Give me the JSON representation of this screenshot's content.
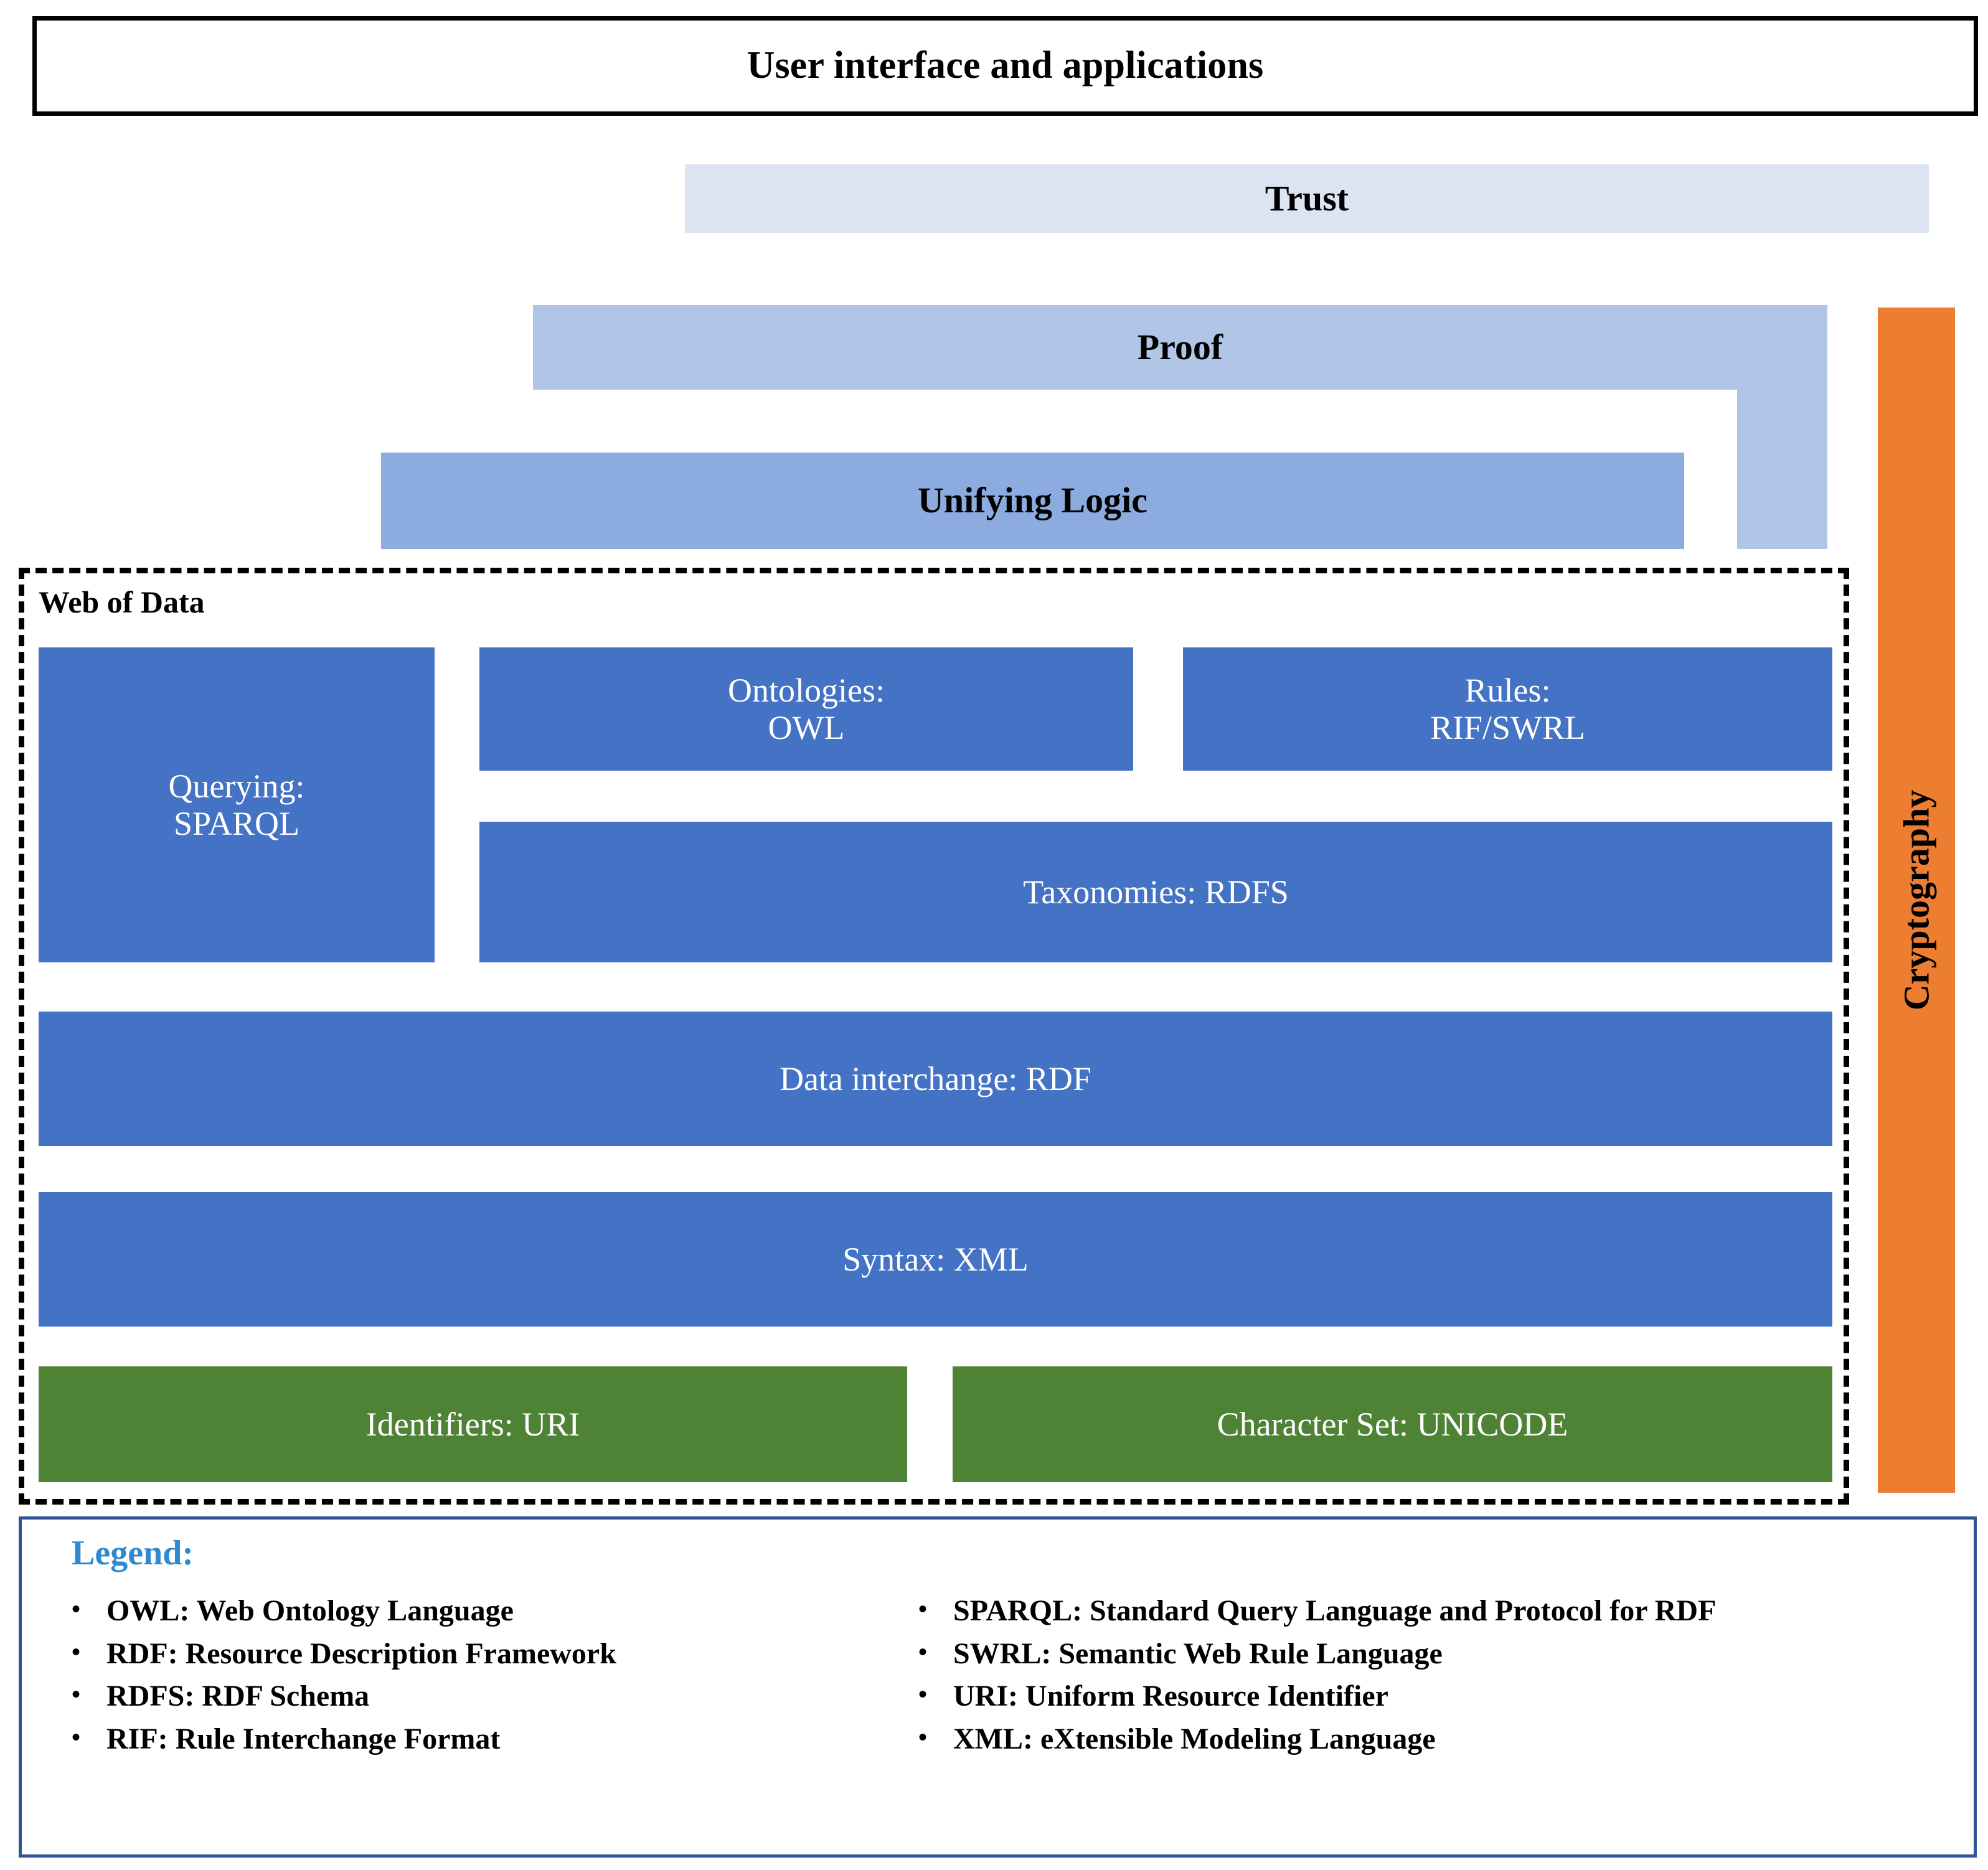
{
  "header": {
    "title": "User interface and applications"
  },
  "tiers": [
    {
      "id": "trust",
      "label": "Trust",
      "color": "#dce3f3"
    },
    {
      "id": "proof",
      "label": "Proof",
      "color": "#b1c5e7"
    },
    {
      "id": "logic",
      "label": "Unifying Logic",
      "color": "#8cabdf"
    }
  ],
  "cryptography": {
    "label": "Cryptography",
    "color": "#ed7d31"
  },
  "web_of_data": {
    "label": "Web of Data",
    "border_color": "#000000",
    "blocks": [
      {
        "id": "querying",
        "label": "Querying:\nSPARQL",
        "color": "#4472c4"
      },
      {
        "id": "ontologies",
        "label": "Ontologies:\nOWL",
        "color": "#4472c4"
      },
      {
        "id": "rules",
        "label": "Rules:\nRIF/SWRL",
        "color": "#4472c4"
      },
      {
        "id": "taxonomies",
        "label": "Taxonomies: RDFS",
        "color": "#4472c4"
      },
      {
        "id": "rdf",
        "label": "Data interchange: RDF",
        "color": "#4472c4"
      },
      {
        "id": "xml",
        "label": "Syntax: XML",
        "color": "#4472c4"
      },
      {
        "id": "uri",
        "label": "Identifiers: URI",
        "color": "#4e8234"
      },
      {
        "id": "unicode",
        "label": "Character Set: UNICODE",
        "color": "#4e8234"
      }
    ]
  },
  "legend": {
    "title": "Legend:",
    "border_color": "#2f5597",
    "title_color": "#2e8bd0",
    "bullet": "•",
    "left_items": [
      "OWL: Web Ontology Language",
      "RDF: Resource Description Framework",
      "RDFS: RDF Schema",
      "RIF: Rule Interchange Format"
    ],
    "right_items": [
      "SPARQL: Standard Query Language and Protocol for RDF",
      "SWRL: Semantic Web Rule Language",
      "URI: Uniform Resource Identifier",
      "XML: eXtensible Modeling Language"
    ]
  }
}
